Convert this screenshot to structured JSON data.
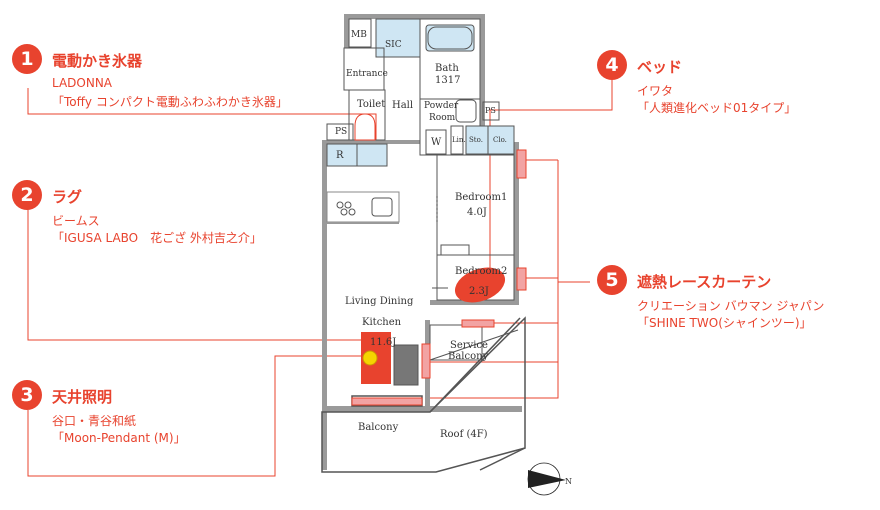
{
  "colors": {
    "accent": "#e8432e",
    "wall": "#9a9a9a",
    "water": "#cfe6f3",
    "dark": "#777777"
  },
  "callouts": [
    {
      "num": "1",
      "title": "電動かき氷器",
      "line1": "LADONNA",
      "line2": "「Toffy コンパクト電動ふわふわかき氷器」"
    },
    {
      "num": "2",
      "title": "ラグ",
      "line1": "ビームス",
      "line2": "「IGUSA LABO　花ござ 外村吉之介」"
    },
    {
      "num": "3",
      "title": "天井照明",
      "line1": "谷口・青谷和紙",
      "line2": "「Moon-Pendant (M)」"
    },
    {
      "num": "4",
      "title": "ベッド",
      "line1": "イワタ",
      "line2": "「人類進化ベッド01タイプ」"
    },
    {
      "num": "5",
      "title": "遮熱レースカーテン",
      "line1": "クリエーション バウマン ジャパン",
      "line2": "「SHINE TWO(シャインツー)」"
    }
  ],
  "plan": {
    "mb": "MB",
    "sic": "SIC",
    "bath": "Bath",
    "bath_size": "1317",
    "entrance": "Entrance",
    "toilet": "Toilet",
    "hall": "Hall",
    "powder1": "Powder",
    "powder2": "Room",
    "ps": "PS",
    "ps2": "PS",
    "r": "R",
    "w": "W",
    "lin": "Lin.",
    "sto": "Sto.",
    "clo": "Clo.",
    "bedroom1": "Bedroom1",
    "bedroom1_size": "4.0J",
    "bedroom2": "Bedroom2",
    "bedroom2_size": "2.3J",
    "ldk1": "Living Dining",
    "ldk2": "Kitchen",
    "ldk_size": "11.6J",
    "service1": "Service",
    "service2": "Balcony",
    "balcony": "Balcony",
    "roof": "Roof (4F)",
    "north": "N"
  }
}
